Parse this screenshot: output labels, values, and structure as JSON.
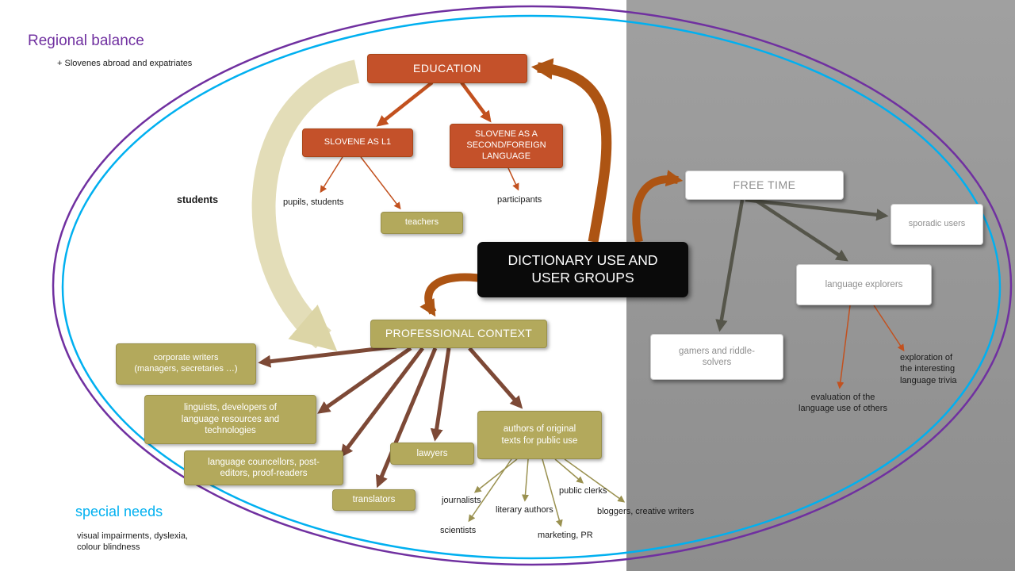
{
  "colors": {
    "orange": "#c4512a",
    "olive": "#b3a95c",
    "purple": "#7030a0",
    "cyan": "#00b0f0",
    "brown_arrow": "#7d4936",
    "gray_arrow": "#55554a",
    "big_arrow_orange": "#ad5413",
    "pale_arrow": "#dcd5a6",
    "black_box": "#0a0a0a"
  },
  "header": {
    "regional_balance": "Regional balance",
    "slovenes_abroad": "+ Slovenes abroad and expatriates"
  },
  "footer": {
    "special_needs": "special needs",
    "special_needs_detail": "visual impairments, dyslexia,\ncolour blindness"
  },
  "center": {
    "title": "DICTIONARY USE AND\nUSER GROUPS"
  },
  "education": {
    "title": "EDUCATION",
    "slovene_l1": "SLOVENE AS L1",
    "slovene_l2": "SLOVENE AS A\nSECOND/FOREIGN\nLANGUAGE",
    "pupils_students": "pupils, students",
    "teachers": "teachers",
    "participants": "participants",
    "students": "students"
  },
  "free_time": {
    "title": "FREE TIME",
    "sporadic_users": "sporadic users",
    "language_explorers": "language explorers",
    "gamers": "gamers and riddle-\nsolvers",
    "evaluation": "evaluation of the\nlanguage use of others",
    "exploration": "exploration of\nthe interesting\nlanguage trivia"
  },
  "professional": {
    "title": "PROFESSIONAL CONTEXT",
    "corporate_writers": "corporate writers\n(managers, secretaries …)",
    "linguists": "linguists, developers of\nlanguage resources and\ntechnologies",
    "language_councellors": "language councellors, post-\neditors, proof-readers",
    "translators": "translators",
    "lawyers": "lawyers",
    "authors": "authors of original\ntexts for public use",
    "journalists": "journalists",
    "literary_authors": "literary authors",
    "scientists": "scientists",
    "marketing_pr": "marketing, PR",
    "public_clerks": "public clerks",
    "bloggers": "bloggers, creative writers"
  }
}
